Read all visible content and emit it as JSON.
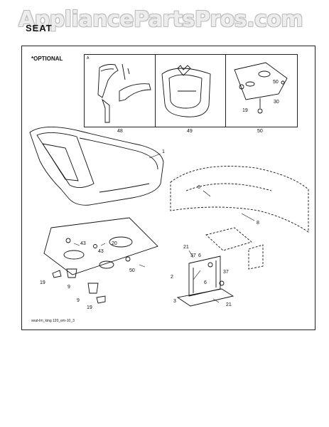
{
  "watermark": "AppliancePartsPros.com",
  "section_title": "SEAT",
  "optional_note": "*OPTIONAL",
  "box_marker": "A",
  "drawing_code": "seat-lrn_king 120_em-10_3",
  "callouts": [
    "48",
    "49",
    "50",
    "1",
    "43",
    "20",
    "43",
    "50",
    "19",
    "9",
    "9",
    "19",
    "6",
    "8",
    "21",
    "37",
    "6",
    "2",
    "37",
    "6",
    "3",
    "21",
    "50",
    "30",
    "19"
  ]
}
